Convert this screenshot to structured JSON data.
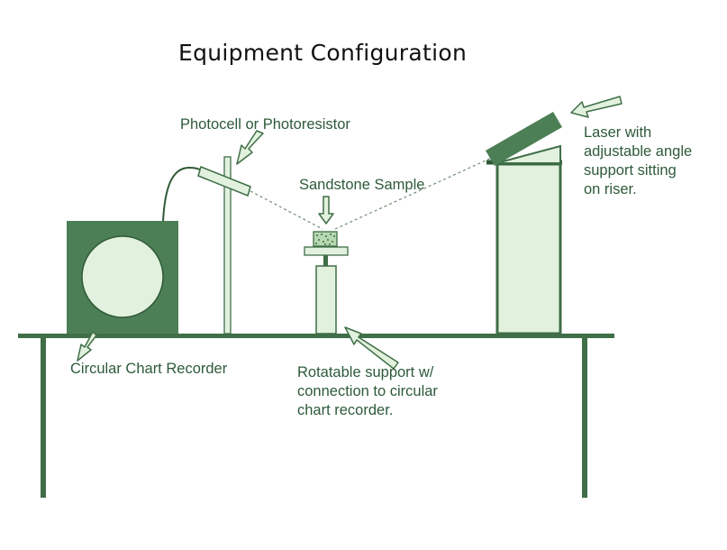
{
  "title": "Equipment Configuration",
  "colors": {
    "dark_green": "#3f6e47",
    "pale_green": "#e2f1de",
    "label_green": "#2e5a3a"
  },
  "labels": {
    "photocell": "Photocell or Photoresistor",
    "sandstone": "Sandstone Sample",
    "laser": [
      "Laser with",
      "adjustable angle",
      "support sitting",
      "on riser."
    ],
    "recorder": "Circular Chart Recorder",
    "support": [
      "Rotatable support w/",
      "connection to circular",
      "chart recorder."
    ]
  }
}
